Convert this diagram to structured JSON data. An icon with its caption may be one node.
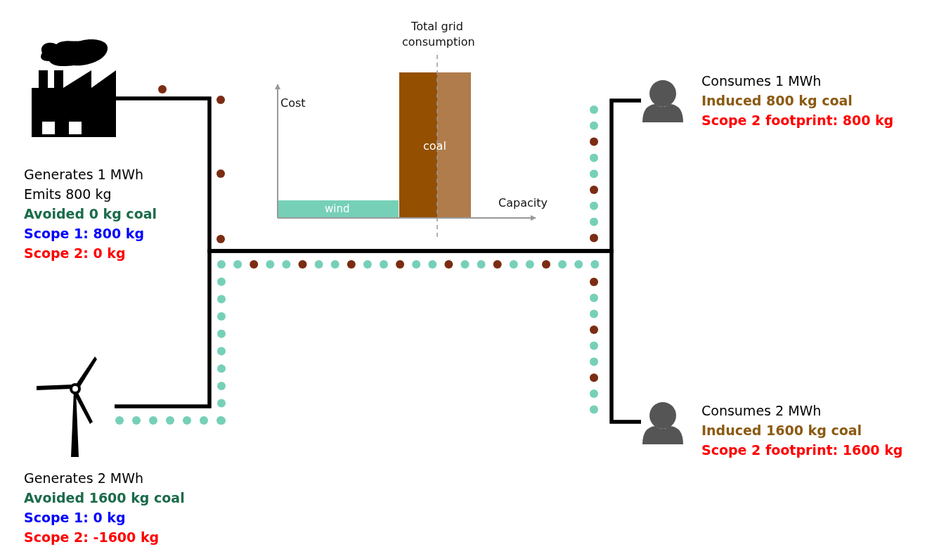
{
  "diagram": {
    "nodes": [
      {
        "text": [],
        "shape": "picture",
        "beside": [
          "Generates 1 MWh",
          "Emits 800 kg",
          "Avoided 0 kg coal",
          "Scope 1: 800 kg",
          "Scope 2: 0 kg"
        ]
      },
      {
        "text": [],
        "shape": "picture",
        "beside": [
          "Generates 2 MWh",
          "Avoided 1600 kg coal",
          "Scope 1: 0 kg",
          "Scope 2: -1600 kg"
        ]
      },
      {
        "text": [],
        "shape": "person",
        "beside": [
          "Consumes 1 MWh",
          "Induced 800 kg coal",
          "Scope 2 footprint: 800 kg"
        ]
      },
      {
        "text": [],
        "shape": "person",
        "beside": [
          "Consumes 2 MWh",
          "Induced 1600 kg coal",
          "Scope 2 footprint: 1600 kg"
        ]
      }
    ],
    "edges": [
      {
        "from": 0,
        "to": 2,
        "arrow": "none"
      },
      {
        "from": 0,
        "to": 3,
        "arrow": "none"
      },
      {
        "from": 1,
        "to": 2,
        "arrow": "none"
      },
      {
        "from": 1,
        "to": 3,
        "arrow": "none"
      }
    ],
    "labels": [
      "Total grid consumption",
      "Cost",
      "coal",
      "wind",
      "Capacity"
    ]
  }
}
